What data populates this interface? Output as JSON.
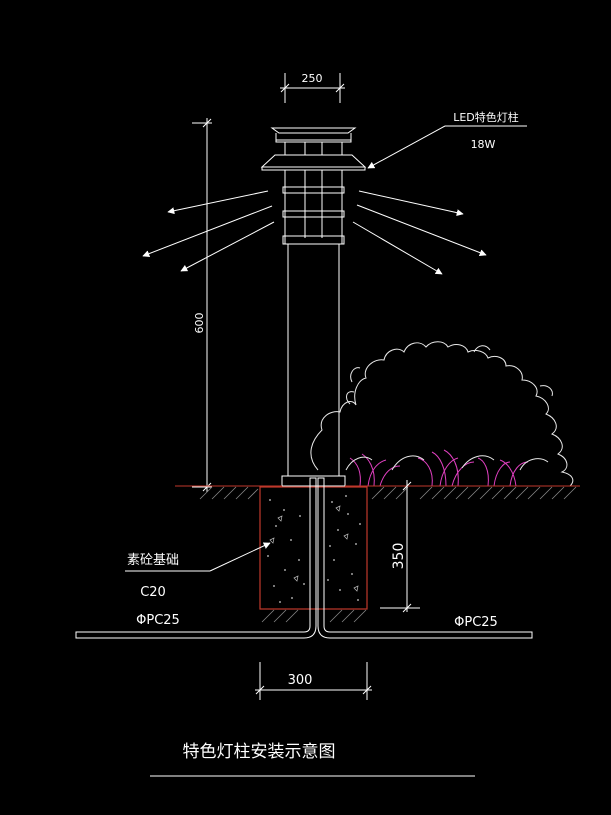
{
  "dimensions": {
    "top_width": "250",
    "height": "600",
    "foundation_depth": "350",
    "foundation_width": "300"
  },
  "labels": {
    "led_name": "LED特色灯柱",
    "led_power": "18W",
    "foundation_name": "素砼基础",
    "foundation_grade": "C20",
    "conduit_left": "ΦPC25",
    "conduit_right": "ΦPC25"
  },
  "title": "特色灯柱安装示意图",
  "colors": {
    "background": "#000000",
    "lines": "#ffffff",
    "ground": "#c0392b",
    "foundation_outline": "#c0392b",
    "grass": "#e040c0"
  }
}
